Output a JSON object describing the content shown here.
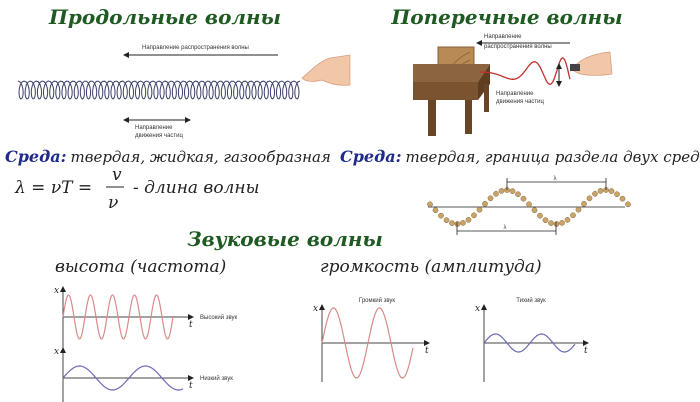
{
  "longitudinal": {
    "title": "Продольные волны",
    "propagation_label": "Направление распространения волны",
    "particle_label_1": "Направление",
    "particle_label_2": "движения частиц",
    "medium_label": "Среда:",
    "medium_text": "твердая, жидкая, газообразная",
    "formula_lhs": "λ = νT =",
    "formula_num": "v",
    "formula_den": "ν",
    "formula_caption": "- длина волны"
  },
  "transverse": {
    "title": "Поперечные волны",
    "propagation_label_1": "Направление",
    "propagation_label_2": "распространения волны",
    "particle_label_1": "Направление",
    "particle_label_2": "движения частиц",
    "medium_label": "Среда:",
    "medium_text": "твердая, граница раздела двух сред",
    "lambda_top": "λ",
    "lambda_bottom": "λ"
  },
  "sound": {
    "title": "Звуковые волны",
    "pitch_heading": "высота (частота)",
    "loudness_heading": "громкость (амплитуда)",
    "axis_x": "x",
    "axis_t": "t",
    "high_label": "Высокий звук",
    "low_label": "Низкий звук",
    "loud_label": "Громкий звук",
    "quiet_label": "Тихий звук"
  },
  "colors": {
    "title": "#1f5a22",
    "medium_label": "#1f2a8a",
    "red_wave": "#d98a8a",
    "blue_wave": "#6a6ab8",
    "bead": "#c8a46a"
  }
}
